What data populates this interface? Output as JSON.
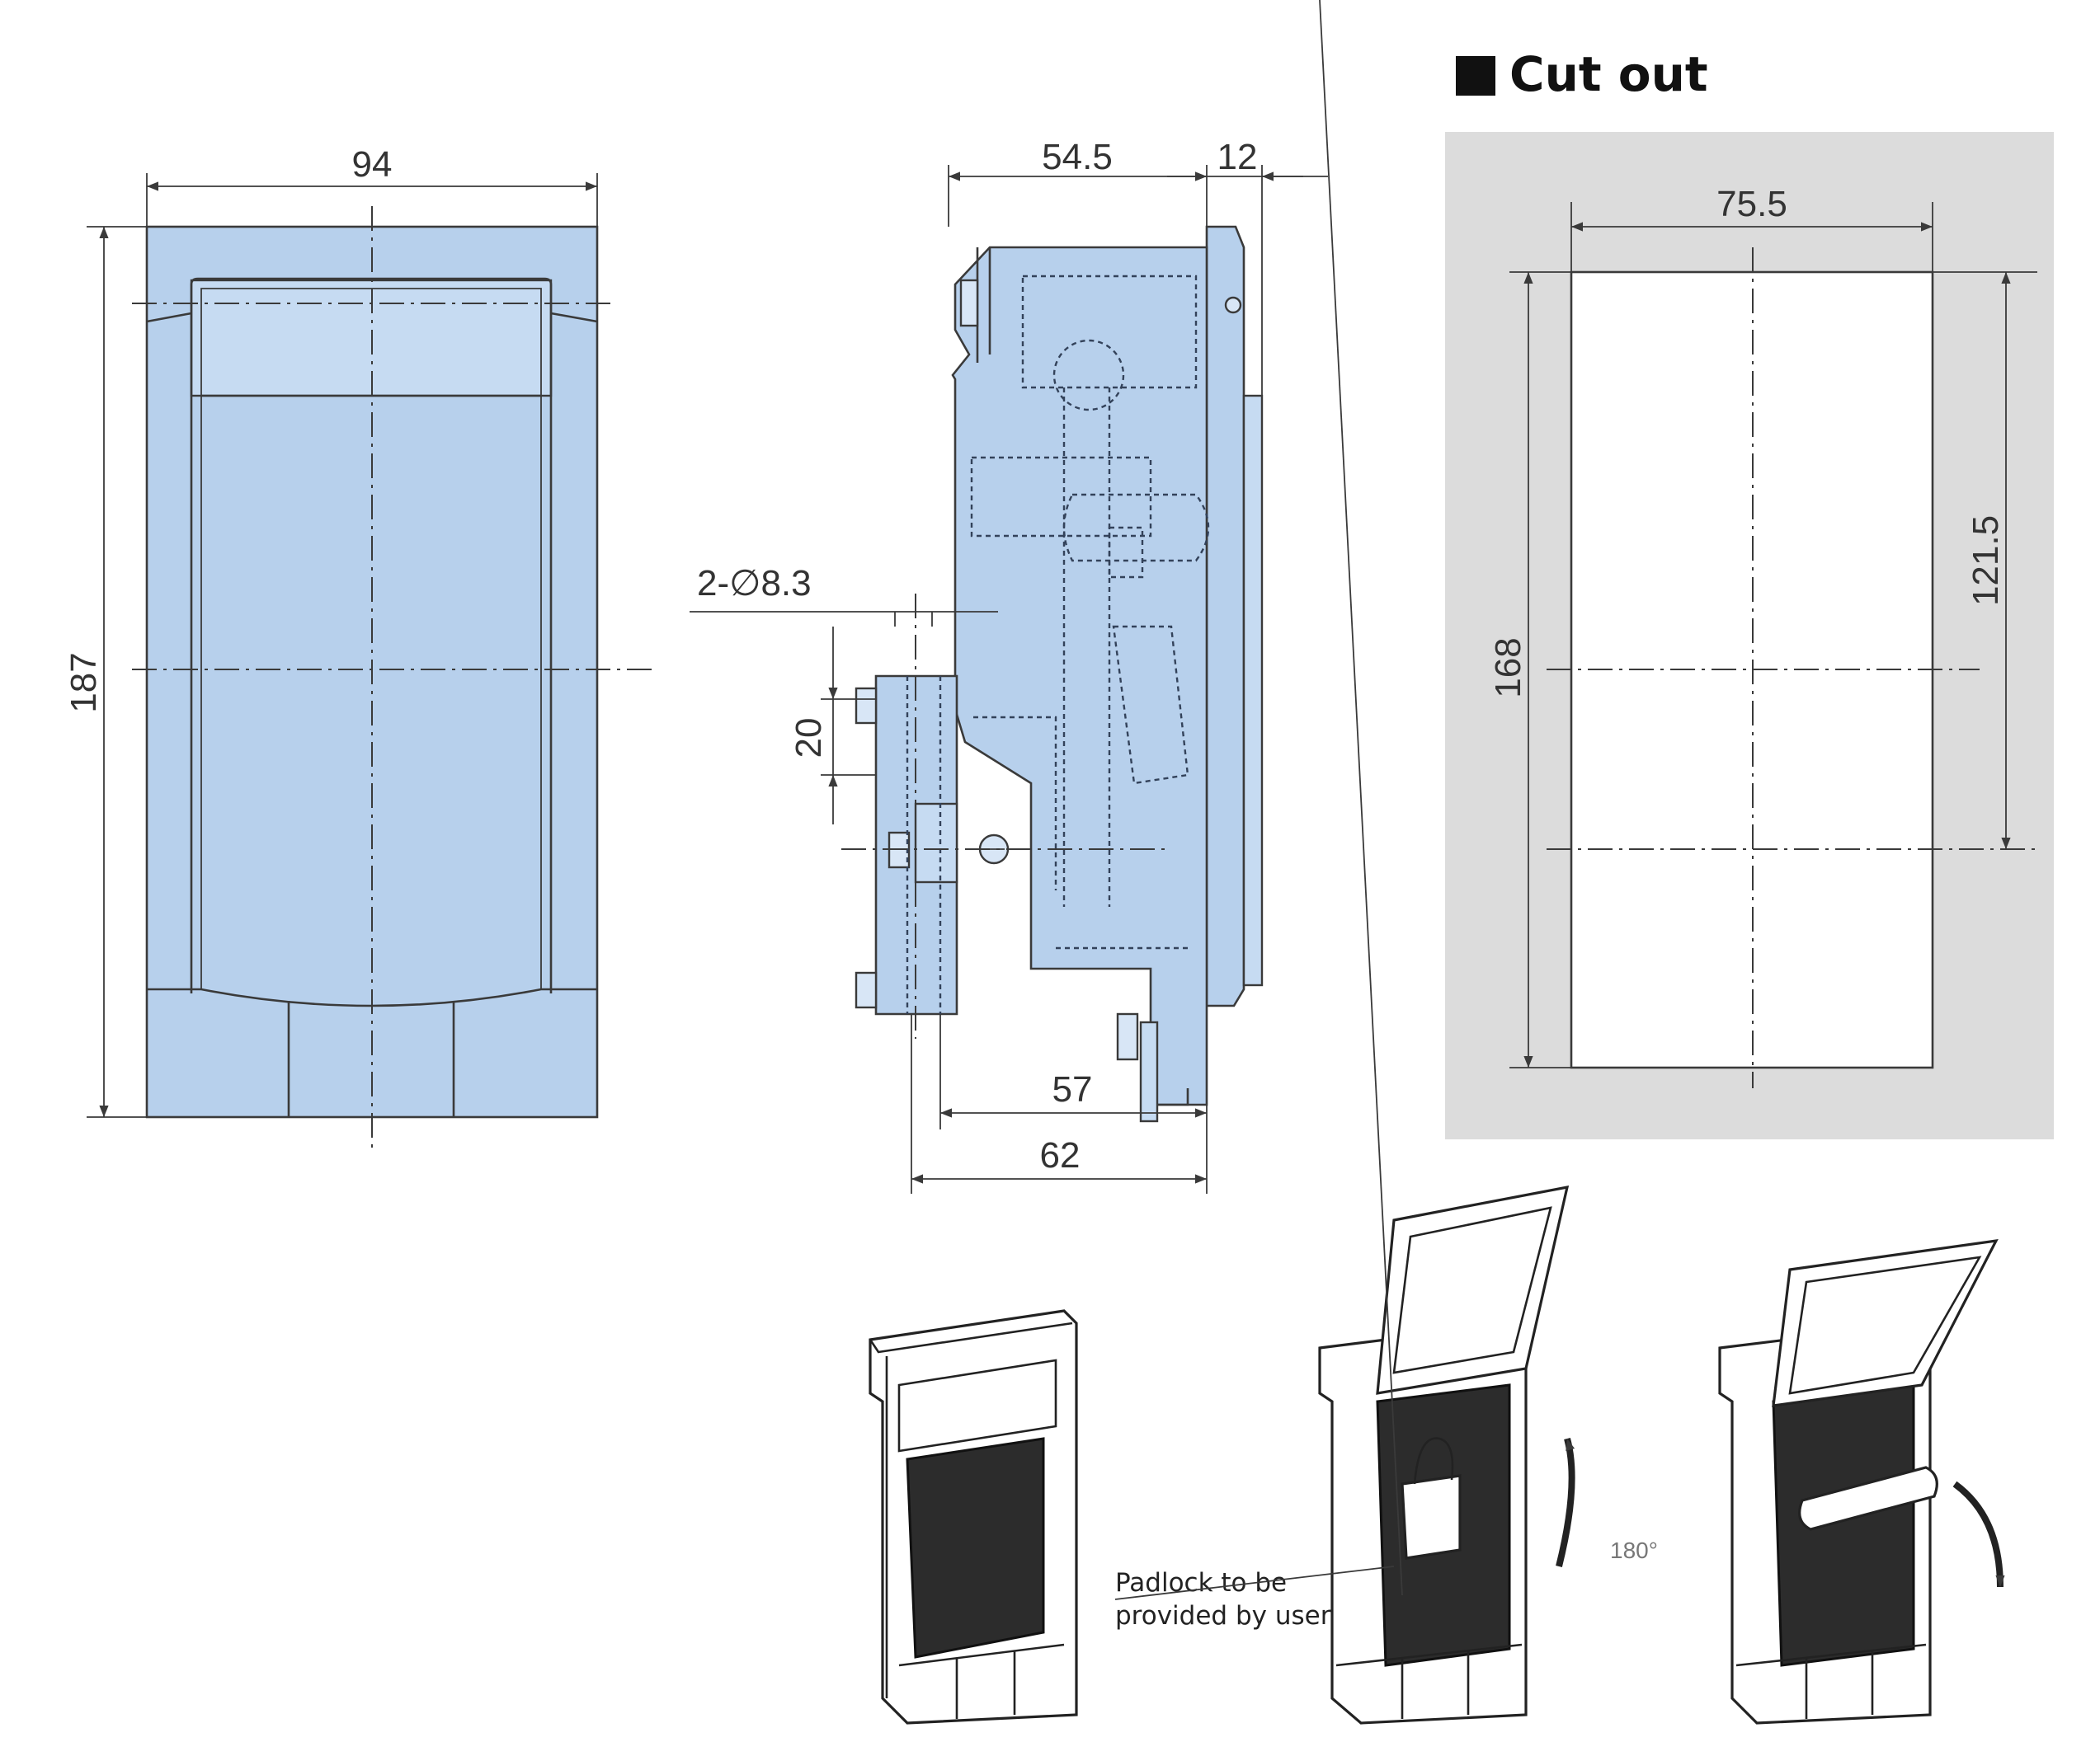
{
  "front_view": {
    "width_dim": "94",
    "height_dim": "187"
  },
  "side_view": {
    "dim_top_left": "54.5",
    "dim_top_right": "12",
    "hole_callout": "2-∅8.3",
    "dim_hole_spacing": "20",
    "dim_inner_depth": "57",
    "dim_total_depth": "62"
  },
  "cutout": {
    "heading": "Cut out",
    "dim_width": "75.5",
    "dim_height": "168",
    "dim_offset": "121.5",
    "panel_color": "#dcdcdc"
  },
  "usage_views": {
    "padlock_note_line1": "Padlock to be",
    "padlock_note_line2": "provided by user",
    "rotation_label": "180°"
  },
  "colors": {
    "body": "#b7d0ec",
    "line": "#3a3a3a"
  }
}
